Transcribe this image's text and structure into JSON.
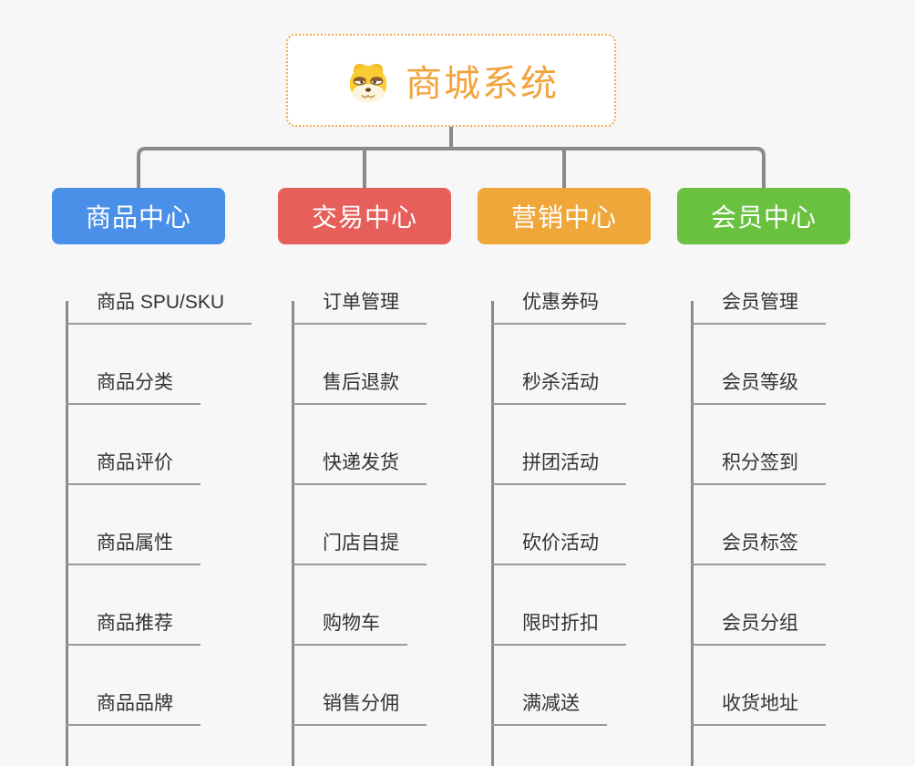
{
  "canvas": {
    "background": "#f7f7f7",
    "connector_color": "#8a8a8a",
    "underline_color": "#9a9a9a",
    "text_color": "#333333"
  },
  "root": {
    "title": "商城系统",
    "title_color": "#f1a43d",
    "border_color": "#f0ae54",
    "icon": "doge-icon"
  },
  "branches": [
    {
      "label": "商品中心",
      "color": "#4a8fe8",
      "children": [
        "商品 SPU/SKU",
        "商品分类",
        "商品评价",
        "商品属性",
        "商品推荐",
        "商品品牌"
      ]
    },
    {
      "label": "交易中心",
      "color": "#e65f5b",
      "children": [
        "订单管理",
        "售后退款",
        "快递发货",
        "门店自提",
        "购物车",
        "销售分佣"
      ]
    },
    {
      "label": "营销中心",
      "color": "#f0a73a",
      "children": [
        "优惠券码",
        "秒杀活动",
        "拼团活动",
        "砍价活动",
        "限时折扣",
        "满减送"
      ]
    },
    {
      "label": "会员中心",
      "color": "#69c13f",
      "children": [
        "会员管理",
        "会员等级",
        "积分签到",
        "会员标签",
        "会员分组",
        "收货地址"
      ]
    }
  ]
}
